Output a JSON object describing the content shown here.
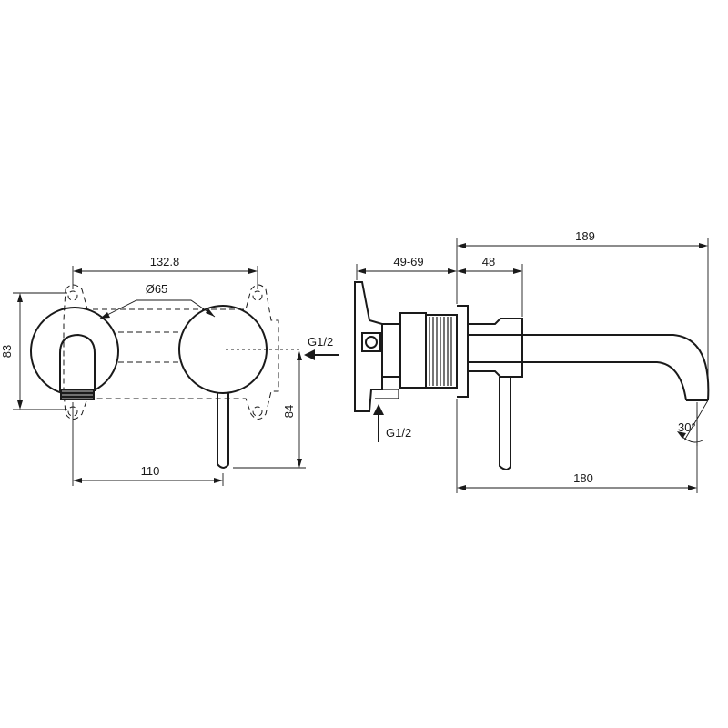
{
  "front_view": {
    "dim_hole_spacing": "132.8",
    "dim_plate_diameter": "Ø65",
    "dim_height": "83",
    "dim_handle_height": "84",
    "dim_spout_to_handle": "110",
    "inlet_label": "G1/2"
  },
  "side_view": {
    "dim_total_projection": "189",
    "dim_wall_depth": "49-69",
    "dim_plate_depth": "48",
    "dim_spout_reach": "180",
    "dim_spout_angle": "30°",
    "inlet_label": "G1/2"
  }
}
